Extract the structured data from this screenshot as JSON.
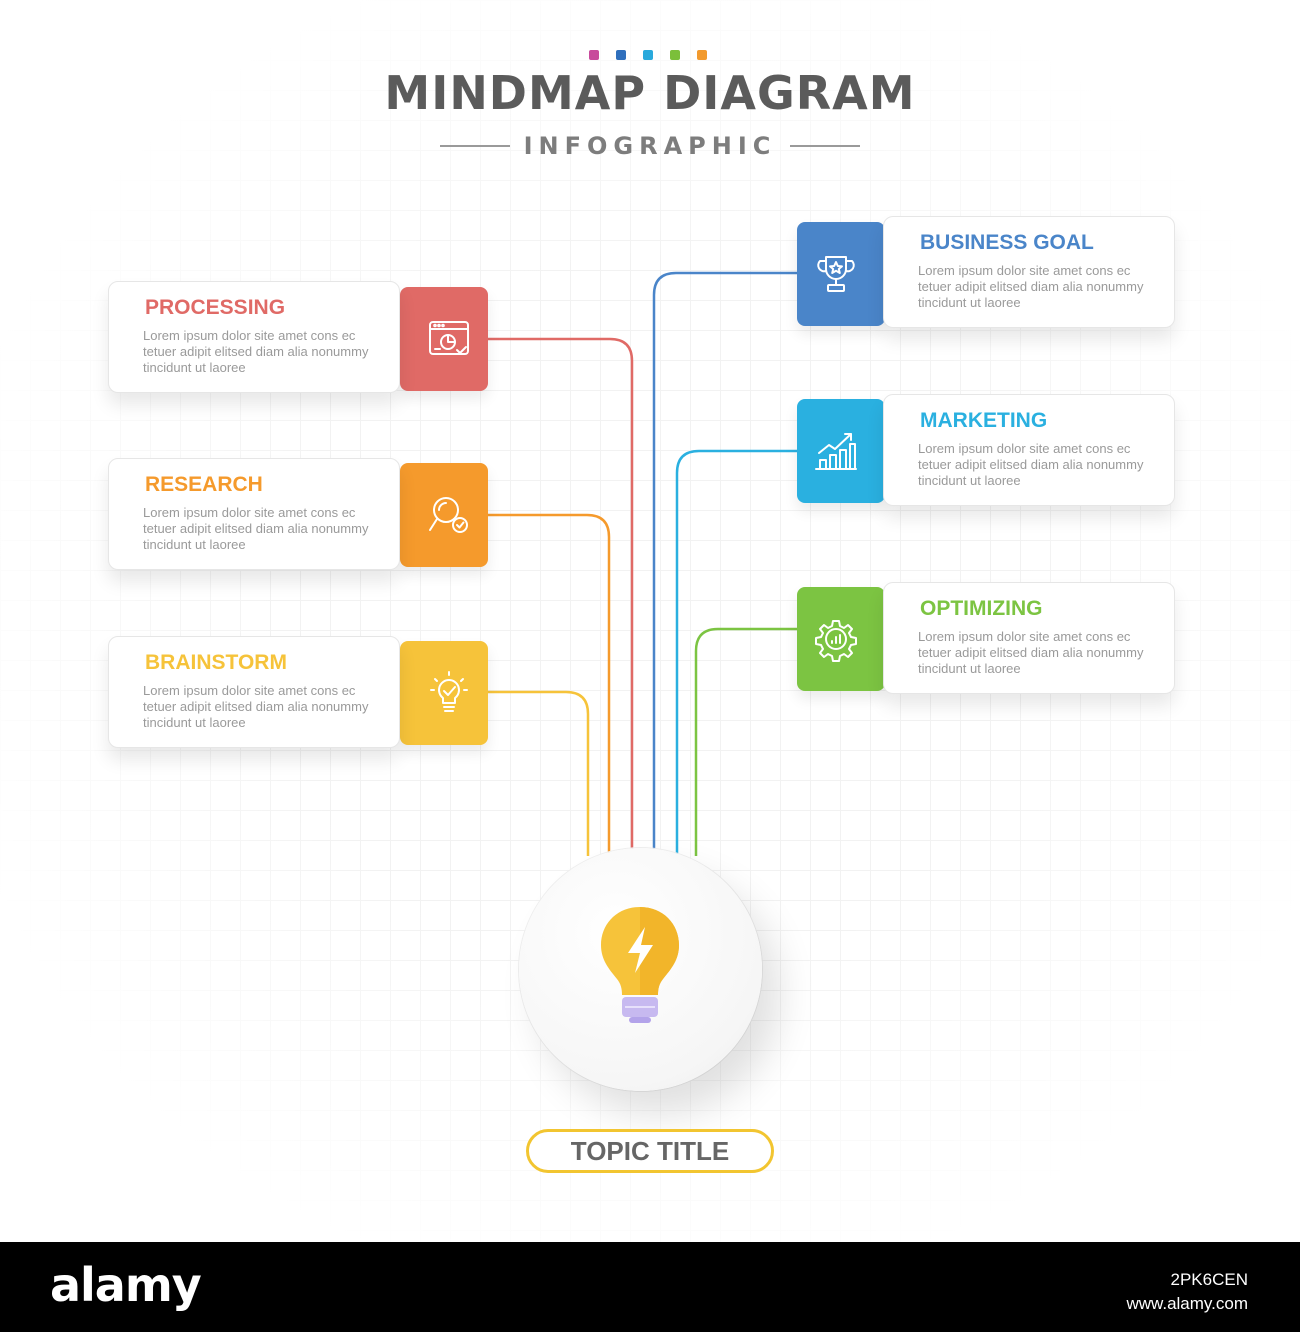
{
  "header": {
    "title": "MINDMAP DIAGRAM",
    "subtitle": "INFOGRAPHIC",
    "dot_colors": [
      "#c84a9c",
      "#2f6fbd",
      "#29a9dc",
      "#7bbf3a",
      "#f29a2e"
    ]
  },
  "nodes": [
    {
      "id": "processing",
      "title": "PROCESSING",
      "side": "left",
      "color": "#e06a66",
      "icon": "browser-chart-icon",
      "text": "Lorem ipsum dolor site amet cons ec tetuer adipit elitsed diam alia nonummy tincidunt ut laoree"
    },
    {
      "id": "research",
      "title": "RESEARCH",
      "side": "left",
      "color": "#f59a2c",
      "icon": "magnifier-check-icon",
      "text": "Lorem ipsum dolor site amet cons ec tetuer adipit elitsed diam alia nonummy tincidunt ut laoree"
    },
    {
      "id": "brainstorm",
      "title": "BRAINSTORM",
      "side": "left",
      "color": "#f6c33a",
      "icon": "lightbulb-check-icon",
      "text": "Lorem ipsum dolor site amet cons ec tetuer adipit elitsed diam alia nonummy tincidunt ut laoree"
    },
    {
      "id": "business-goal",
      "title": "BUSINESS GOAL",
      "side": "right",
      "color": "#4a85c9",
      "icon": "trophy-icon",
      "text": "Lorem ipsum dolor site amet cons ec tetuer adipit elitsed diam alia nonummy tincidunt ut laoree"
    },
    {
      "id": "marketing",
      "title": "MARKETING",
      "side": "right",
      "color": "#2ab0e0",
      "icon": "growth-chart-icon",
      "text": "Lorem ipsum dolor site amet cons ec tetuer adipit elitsed diam alia nonummy tincidunt ut laoree"
    },
    {
      "id": "optimizing",
      "title": "OPTIMIZING",
      "side": "right",
      "color": "#7cc442",
      "icon": "gear-chart-icon",
      "text": "Lorem ipsum dolor site amet cons ec tetuer adipit elitsed diam alia nonummy tincidunt ut laoree"
    }
  ],
  "center": {
    "icon": "lightning-bulb-icon",
    "topic_title": "TOPIC TITLE"
  },
  "footer": {
    "brand": "alamy",
    "image_id": "2PK6CEN",
    "site": "www.alamy.com"
  }
}
